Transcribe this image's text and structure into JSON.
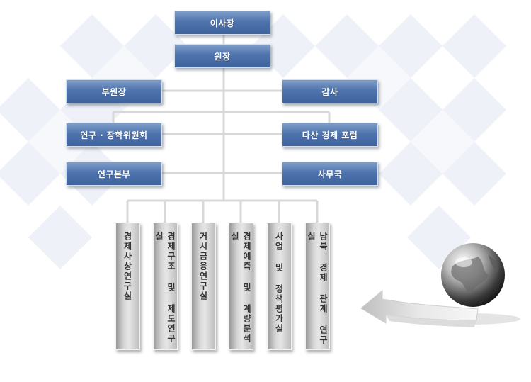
{
  "org": {
    "chairman": "이사장",
    "president": "원장",
    "vice_president": "부원장",
    "auditor": "감사",
    "committee": "연구 · 장학위원회",
    "forum": "다산 경제 포럼",
    "research_hq": "연구본부",
    "secretariat": "사무국",
    "departments": [
      "경제사상연구실",
      "경제구조 및 제도연구실",
      "거시금융연구실",
      "경제예측 및 계량분석실",
      "사업 및 정책평가실",
      "남북 경제 관계 연구실"
    ]
  },
  "colors": {
    "box_blue": "#4f74ad",
    "dept_gray": "#cfcfcf",
    "connector": "#d5d5d5"
  },
  "decor": {
    "icon": "globe-with-arrow-icon"
  }
}
